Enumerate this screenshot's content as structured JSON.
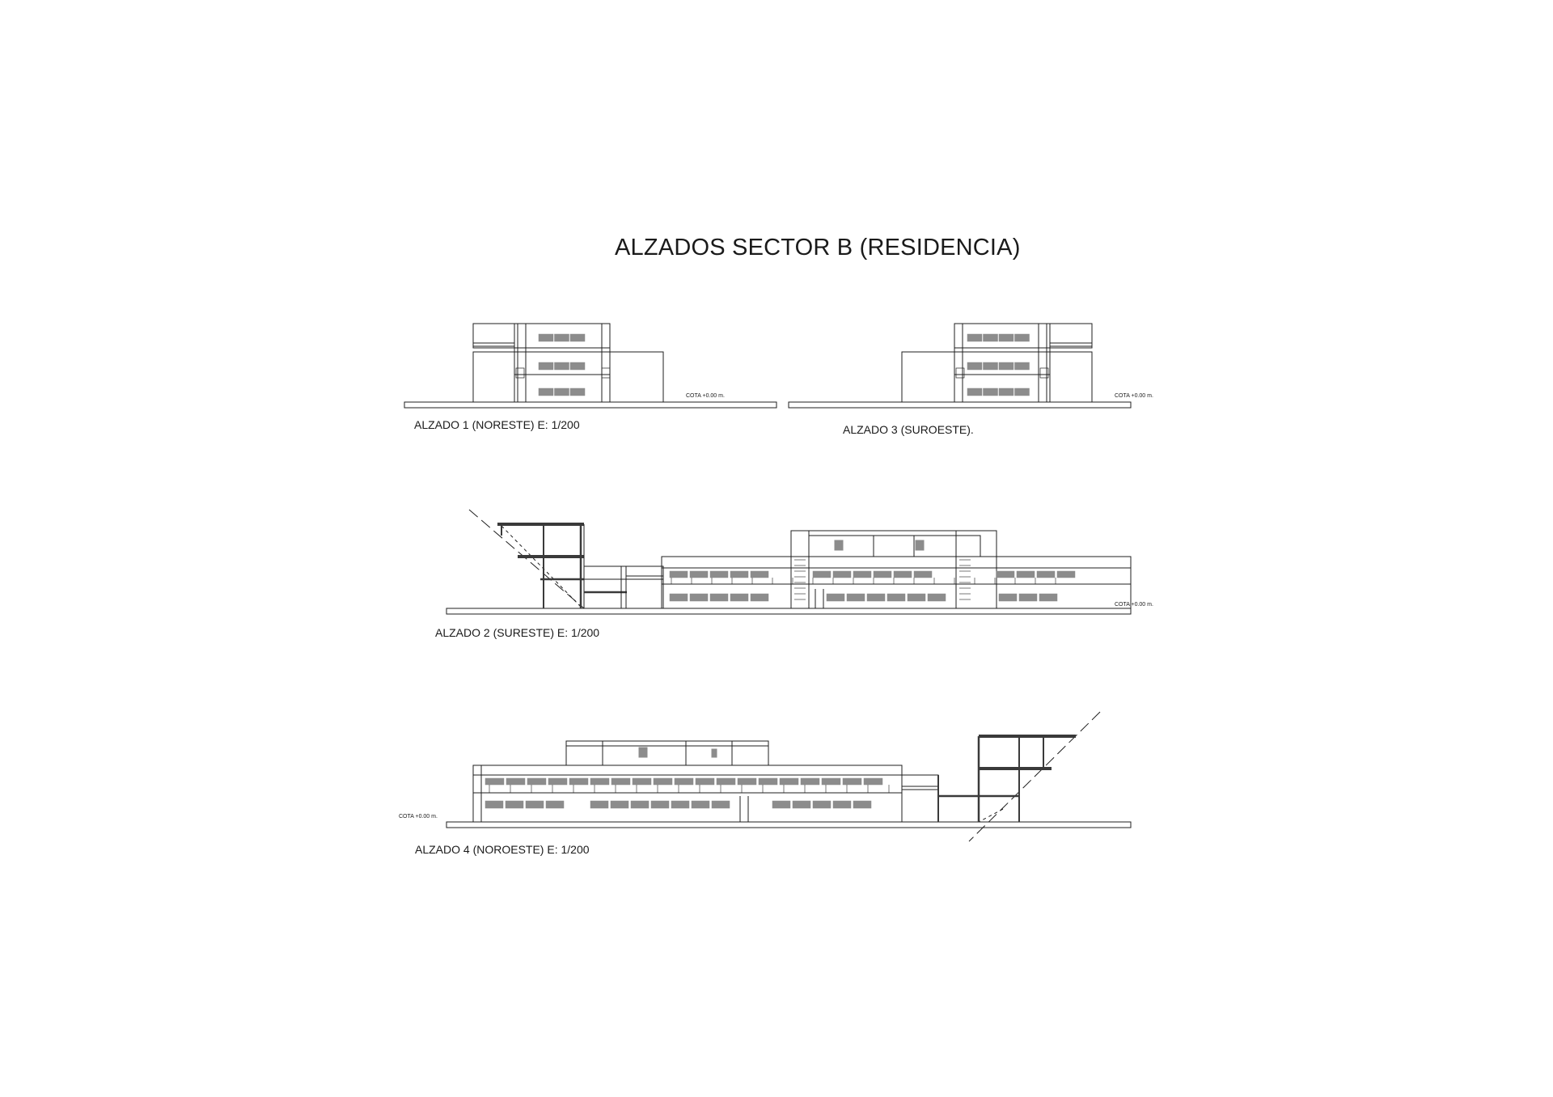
{
  "sheet": {
    "title": "ALZADOS SECTOR B (RESIDENCIA)"
  },
  "elevations": {
    "e1": {
      "caption": "ALZADO 1 (NORESTE)   E: 1/200",
      "cota": "COTA +0.00 m."
    },
    "e3": {
      "caption": "ALZADO 3 (SUROESTE).",
      "cota": "COTA +0.00 m."
    },
    "e2": {
      "caption": "ALZADO 2 (SURESTE)   E: 1/200",
      "cota": "COTA +0.00 m."
    },
    "e4": {
      "caption": "ALZADO 4 (NOROESTE)   E: 1/200",
      "cota": "COTA +0.00 m."
    }
  },
  "colors": {
    "line": "#1f1f1f",
    "window": "#8c8c8c",
    "heavy": "#3a3a3a"
  }
}
